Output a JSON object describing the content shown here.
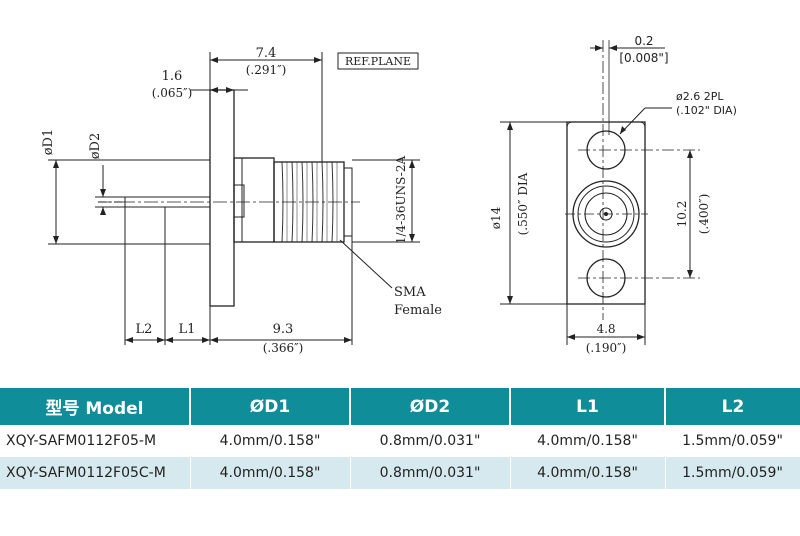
{
  "drawing": {
    "dim_ref_plane": "REF.PLANE",
    "dim_7_4": "7.4",
    "dim_0_291": "(.291″)",
    "dim_1_6": "1.6",
    "dim_0_065": "(.065″)",
    "label_od1": "øD1",
    "label_od2": "øD2",
    "thread_label": "1/4-36UNS-2A",
    "sma_label": "SMA",
    "female_label": "Female",
    "dim_l2": "L2",
    "dim_l1": "L1",
    "dim_9_3": "9.3",
    "dim_0_366": "(.366″)",
    "dim_0_2": "0.2",
    "dim_0_008": "[0.008\"]",
    "dim_hole": "ø2.6  2PL",
    "dim_hole_in": "(.102\"  DIA)",
    "dim_14": "ø14",
    "dim_0_550": "(.550″ DIA",
    "dim_10_2": "10.2",
    "dim_0_400": "(.400″)",
    "dim_4_8": "4.8",
    "dim_0_190": "(.190″)"
  },
  "table": {
    "headers": [
      "型号 Model",
      "ØD1",
      "ØD2",
      "L1",
      "L2"
    ],
    "rows": [
      [
        "XQY-SAFM0112F05-M",
        "4.0mm/0.158\"",
        "0.8mm/0.031\"",
        "4.0mm/0.158\"",
        "1.5mm/0.059\""
      ],
      [
        "XQY-SAFM0112F05C-M",
        "4.0mm/0.158\"",
        "0.8mm/0.031\"",
        "4.0mm/0.158\"",
        "1.5mm/0.059\""
      ]
    ]
  },
  "colors": {
    "header_bg": "#0f8d99",
    "row_alt_bg": "#d5e9ee",
    "line": "#222222"
  }
}
